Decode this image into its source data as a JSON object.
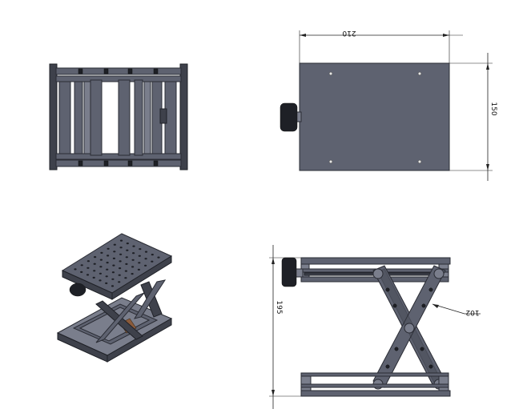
{
  "drawing": {
    "dimensions": {
      "top_width": "210",
      "top_depth": "150",
      "front_height": "195"
    },
    "callout": {
      "label": "102"
    }
  }
}
